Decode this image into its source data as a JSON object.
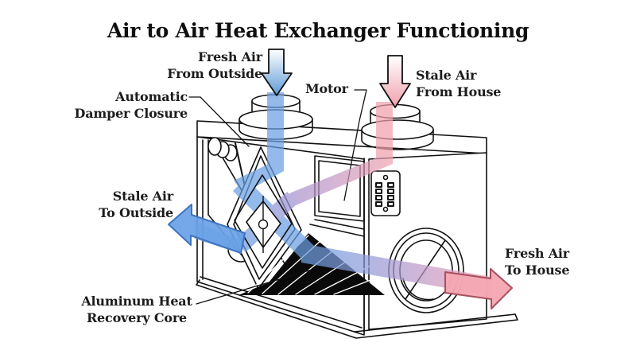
{
  "title": "Air to Air Heat Exchanger Functioning",
  "labels": {
    "fresh_air_in": {
      "line1": "Fresh Air",
      "line2": "From Outside"
    },
    "stale_air_in": {
      "line1": "Stale Air",
      "line2": "From House"
    },
    "motor": {
      "text": "Motor"
    },
    "damper": {
      "line1": "Automatic",
      "line2": "Damper Closure"
    },
    "stale_air_out": {
      "line1": "Stale Air",
      "line2": "To Outside"
    },
    "fresh_air_out": {
      "line1": "Fresh Air",
      "line2": "To House"
    },
    "core": {
      "line1": "Aluminum Heat",
      "line2": "Recovery Core"
    }
  },
  "arrows": [
    {
      "name": "fresh-air-inlet",
      "direction": "down",
      "color": "blue gradient"
    },
    {
      "name": "stale-air-inlet",
      "direction": "down",
      "color": "pink gradient"
    },
    {
      "name": "stale-air-outlet",
      "direction": "left",
      "color": "blue"
    },
    {
      "name": "fresh-air-outlet",
      "direction": "right",
      "color": "pink"
    }
  ],
  "colors": {
    "ink": "#111111",
    "background": "#ffffff",
    "band_blue": "#6aa0e2",
    "band_pink": "#f2a2ae",
    "band_purple": "#a393d2",
    "arrow_in_blue": "#5e9ad6",
    "arrow_in_pink": "#f0a0ac",
    "arrow_out_blue_fill": "#69a1e6",
    "arrow_out_blue_stroke": "#3e74bf",
    "arrow_out_pink_fill": "#f3a6b2",
    "arrow_out_pink_stroke": "#a94f5c"
  }
}
